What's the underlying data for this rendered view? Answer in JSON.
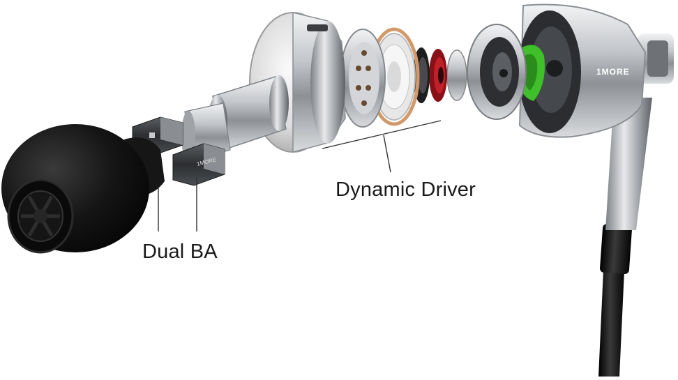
{
  "labels": {
    "dynamic_driver": "Dynamic Driver",
    "dual_ba": "Dual BA"
  },
  "branding": {
    "housing_logo": "1MORE",
    "ba_unit_logo": "1MORE"
  },
  "colors": {
    "background": "#ffffff",
    "label_text": "#1a1a1a",
    "leader_line": "#333333",
    "ear_tip": "#0f0f0f",
    "housing_metal": "#b9bcc0",
    "accent_green": "#3fbf2a",
    "accent_red": "#c0202a",
    "accent_copper": "#d29a6a",
    "cable": "#111111"
  }
}
